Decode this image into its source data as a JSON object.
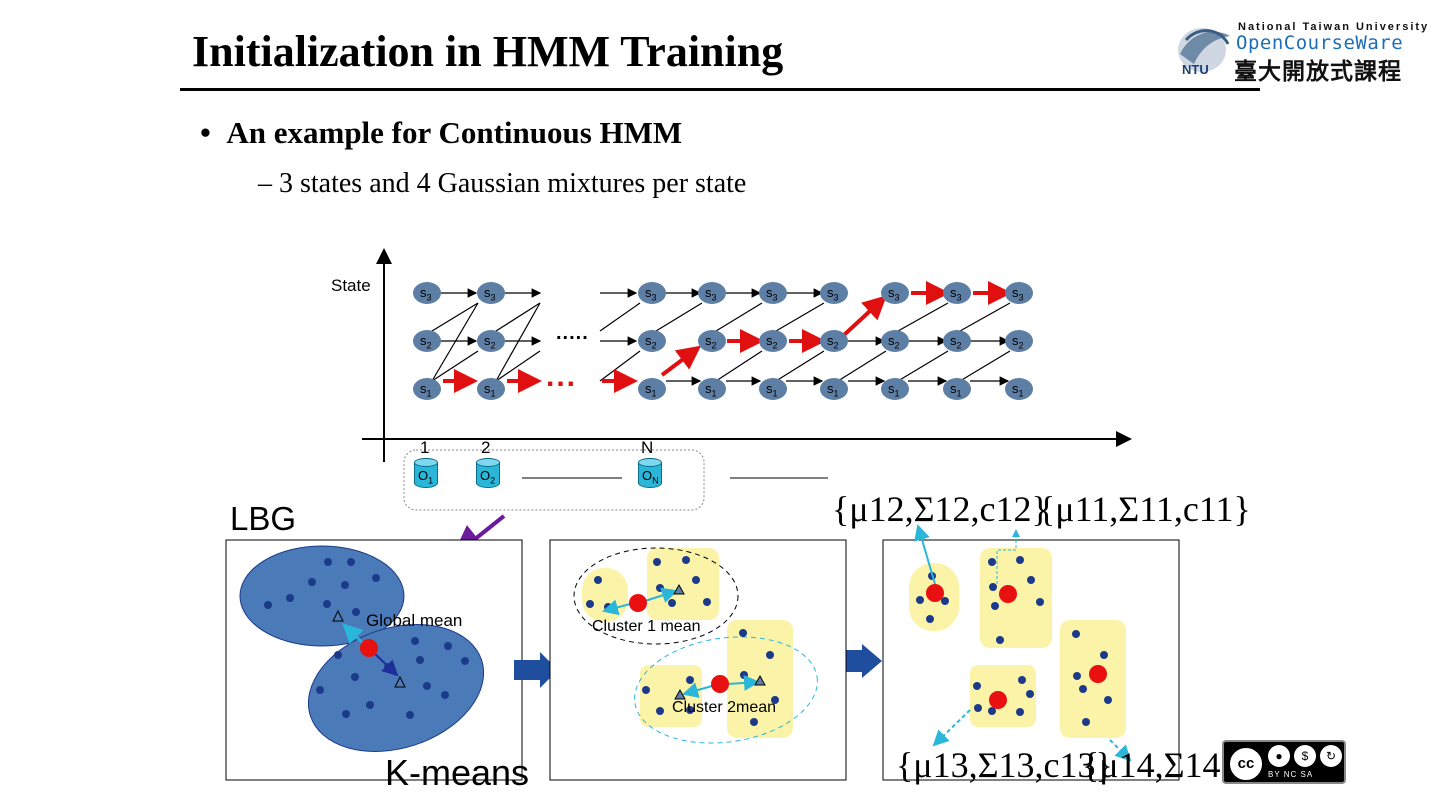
{
  "header": {
    "title": "Initialization in HMM Training",
    "logo_top": "National Taiwan University",
    "logo_ocw": "OpenCourseWare",
    "logo_cn": "臺大開放式課程",
    "logo_badge": "NTU"
  },
  "bullets": {
    "main": "An example for Continuous HMM",
    "sub": "3 states and 4 Gaussian mixtures per state"
  },
  "trellis": {
    "y_label": "State",
    "state_letter": "s",
    "state_subs": [
      "3",
      "2",
      "1"
    ],
    "time_labels": [
      "1",
      "2",
      "N"
    ],
    "observations": [
      {
        "letter": "O",
        "sub": "1"
      },
      {
        "letter": "O",
        "sub": "2"
      },
      {
        "letter": "O",
        "sub": "N"
      }
    ],
    "dots_mid": ".....",
    "dots_red": "..."
  },
  "lower": {
    "lbg": "LBG",
    "kmeans": "K-means",
    "global_mean": "Global mean",
    "cluster1": "Cluster 1 mean",
    "cluster2": "Cluster 2mean"
  },
  "params": {
    "p12": "{μ12,Σ12,c12}",
    "p11": "{μ11,Σ11,c11}",
    "p13": "{μ13,Σ13,c13}",
    "p14": "{μ14,Σ14,c14}"
  },
  "license": {
    "cc": "cc",
    "tags": "BY  NC  SA",
    "icons": [
      "person-icon",
      "nc-icon",
      "sa-icon"
    ]
  },
  "colors": {
    "node": "#5e7fa5",
    "path": "#e01010",
    "cluster_blue": "#4a7ab8",
    "cluster_yellow": "#fbf3a8",
    "point": "#1c3a8a",
    "mean": "#e81010",
    "cyan": "#29b6d8",
    "purple": "#6a1a9a",
    "block_arrow": "#1f4e9e"
  }
}
